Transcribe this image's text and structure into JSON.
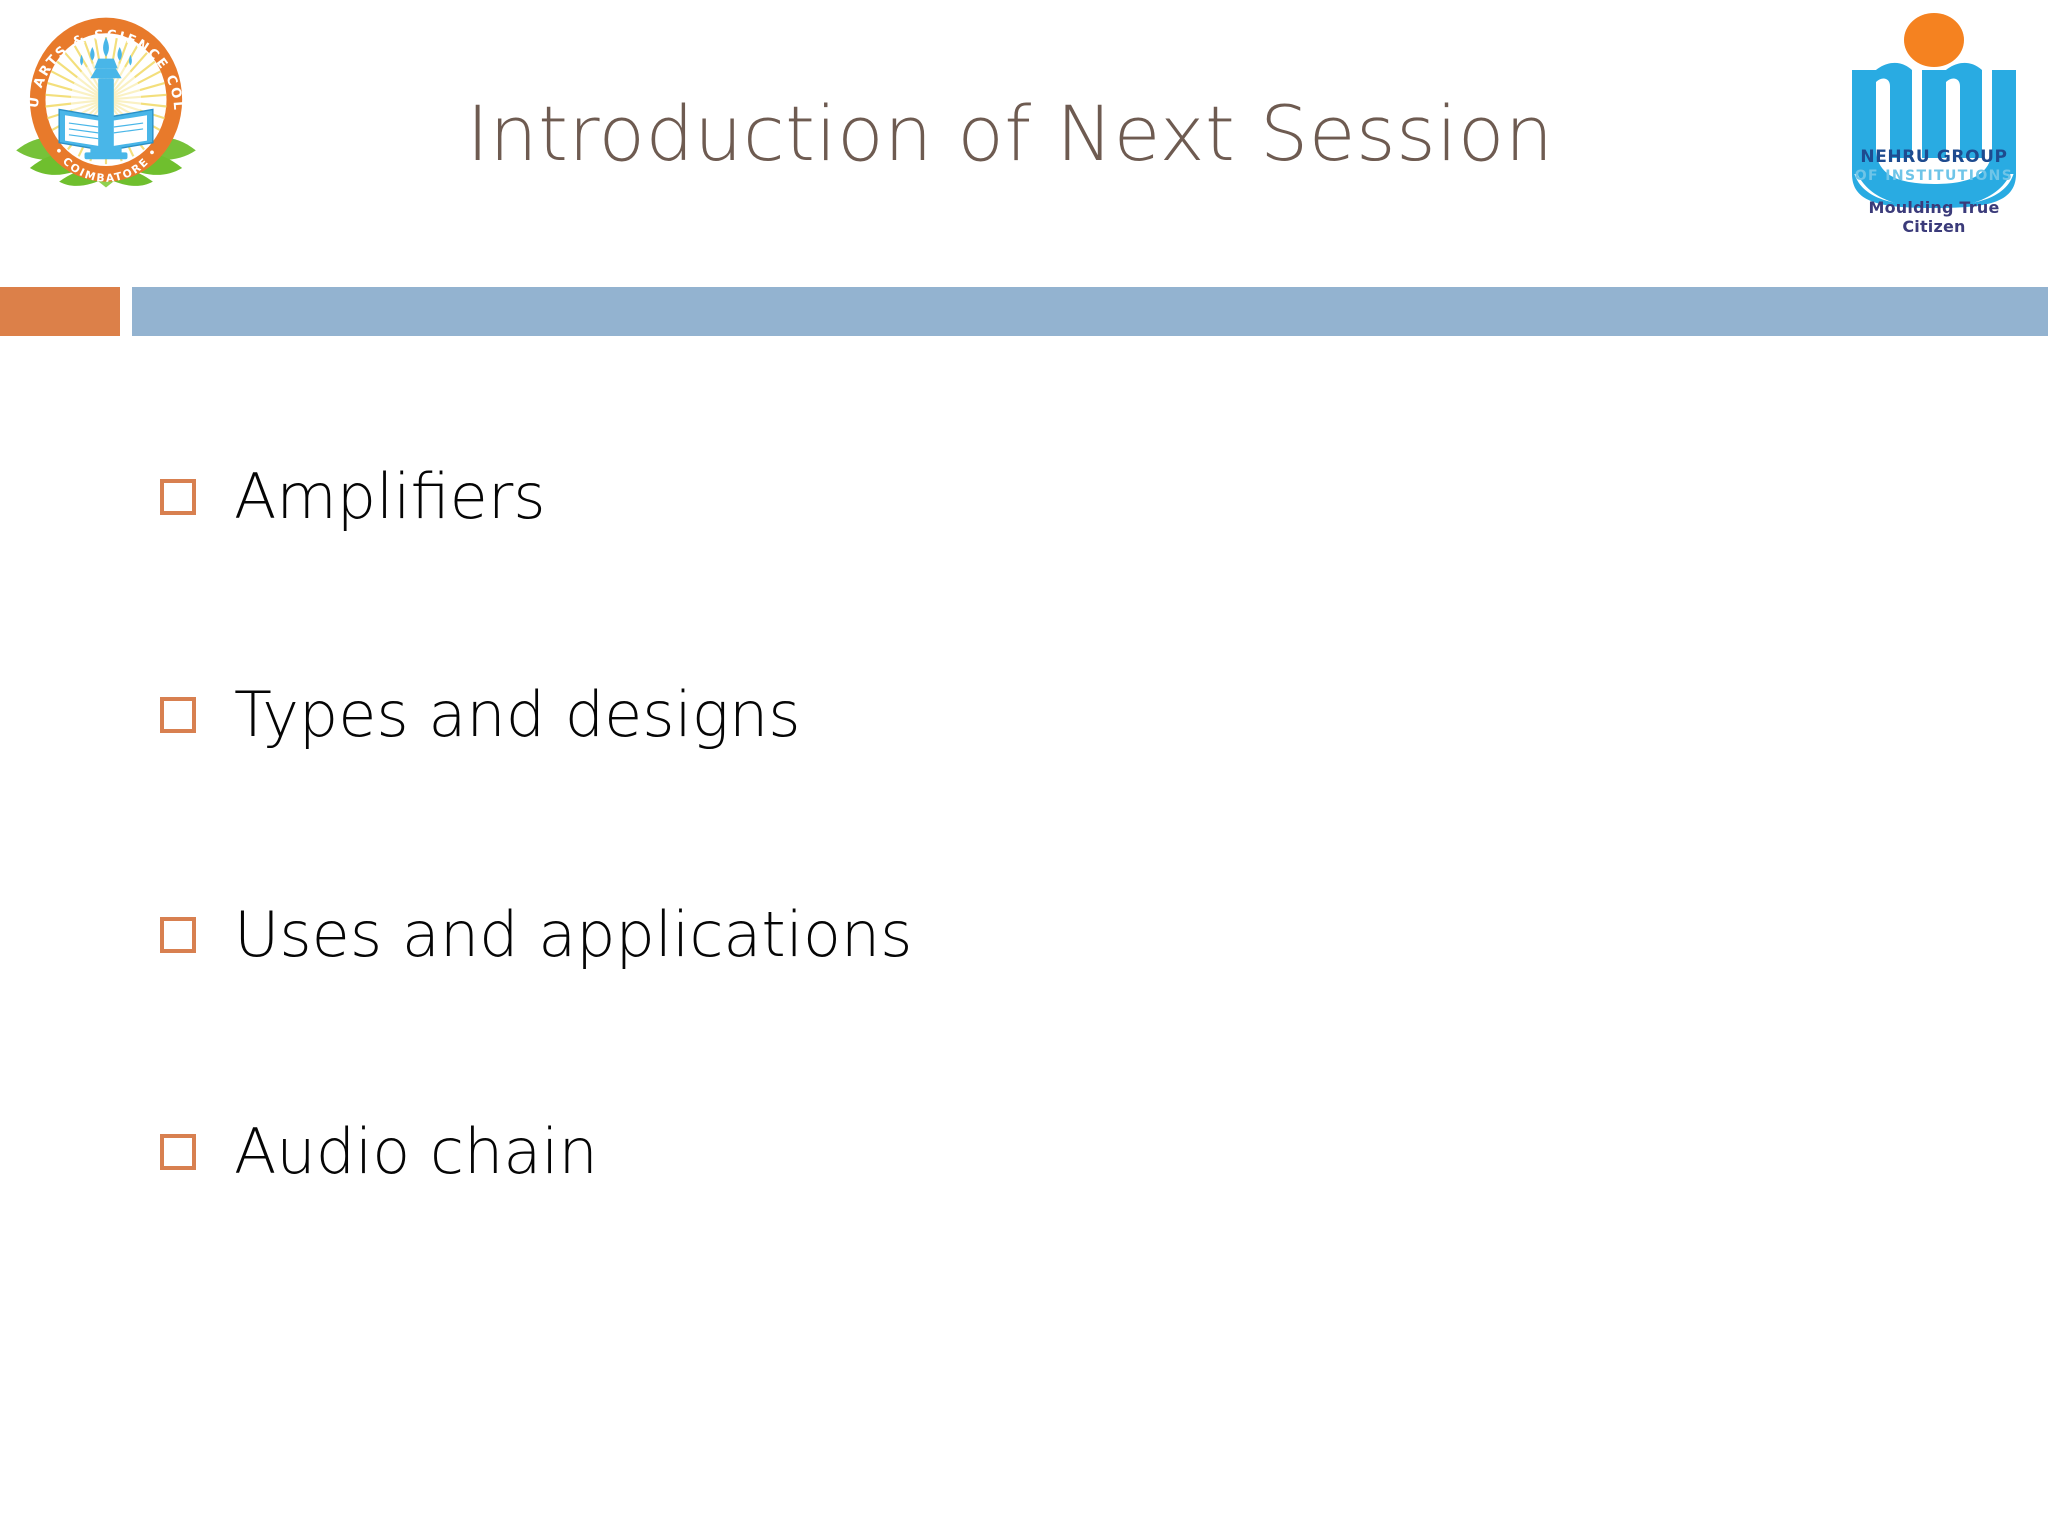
{
  "slide": {
    "title": "Introduction of Next Session",
    "background_color": "#FFFFFF"
  },
  "header": {
    "left_logo": {
      "name": "nehru-arts-and-science-college-logo",
      "ring_text_top": "NEHRU ARTS & SCIENCE COLLEGE",
      "ring_text_bottom": "COIMBATORE",
      "ring_color": "#E87A2B",
      "emblem_color": "#29A3DC",
      "sunburst_color": "#F5E27A",
      "laurel_color": "#6FBF2E"
    },
    "right_logo": {
      "name": "nehru-group-of-institutions-logo",
      "mark_line_1": "NEHRU GROUP",
      "mark_line_2": "OF INSTITUTIONS",
      "tagline": "Moulding True Citizen",
      "dot_color": "#F58220",
      "mark_color": "#29ABE2",
      "tagline_color": "#3B3B7A"
    },
    "title_color": "#6E5B51"
  },
  "divider": {
    "orange_color": "#DC8049",
    "blue_color": "#93B3D0"
  },
  "body": {
    "bullet_marker_color": "#D88050",
    "text_color": "#050505",
    "items": [
      {
        "label": "Amplifiers"
      },
      {
        "label": "Types and designs"
      },
      {
        "label": "Uses and applications"
      },
      {
        "label": "Audio chain"
      }
    ]
  }
}
